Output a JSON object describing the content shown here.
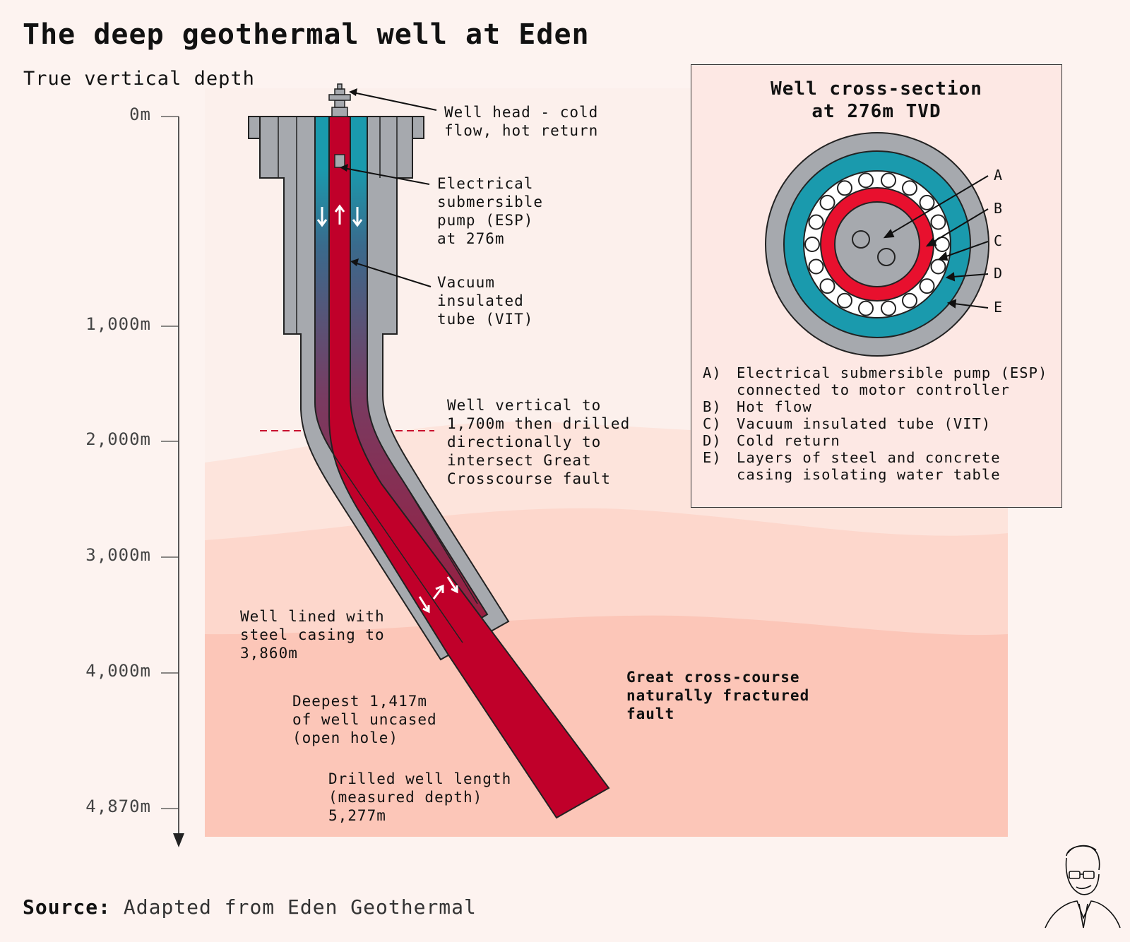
{
  "title": "The deep geothermal well at Eden",
  "axis": {
    "label": "True vertical depth",
    "ticks": [
      "0m",
      "1,000m",
      "2,000m",
      "3,000m",
      "4,000m",
      "4,870m"
    ]
  },
  "annotations": {
    "well_head": "Well head - cold\nflow, hot return",
    "esp": "Electrical\nsubmersible\npump (ESP)\nat 276m",
    "vit": "Vacuum\ninsulated\ntube (VIT)",
    "vertical": "Well vertical to\n1,700m then drilled\ndirectionally to\nintersect Great\nCrosscourse fault",
    "casing": "Well lined with\nsteel casing to\n3,860m",
    "uncased": "Deepest 1,417m\nof well uncased\n(open hole)",
    "length": "Drilled well length\n(measured depth)\n5,277m",
    "fault": "Great cross-course\nnaturally fractured\nfault"
  },
  "inset": {
    "title": "Well cross-section\nat 276m TVD",
    "markers": [
      "A",
      "B",
      "C",
      "D",
      "E"
    ],
    "legend": [
      {
        "key": "A)",
        "text": "Electrical submersible pump (ESP)\nconnected to motor controller"
      },
      {
        "key": "B)",
        "text": "Hot flow"
      },
      {
        "key": "C)",
        "text": "Vacuum insulated tube (VIT)"
      },
      {
        "key": "D)",
        "text": "Cold return"
      },
      {
        "key": "E)",
        "text": "Layers of steel and concrete\ncasing isolating water table"
      }
    ]
  },
  "source": {
    "label": "Source:",
    "text": "Adapted from Eden Geothermal"
  },
  "colors": {
    "background": "#fdf3f0",
    "hot": "#c8102e",
    "cold": "#1a9aad",
    "casing": "#a6a9ae"
  },
  "icons": [
    "arrow-down-icon",
    "arrow-up-icon",
    "author-portrait-icon"
  ]
}
